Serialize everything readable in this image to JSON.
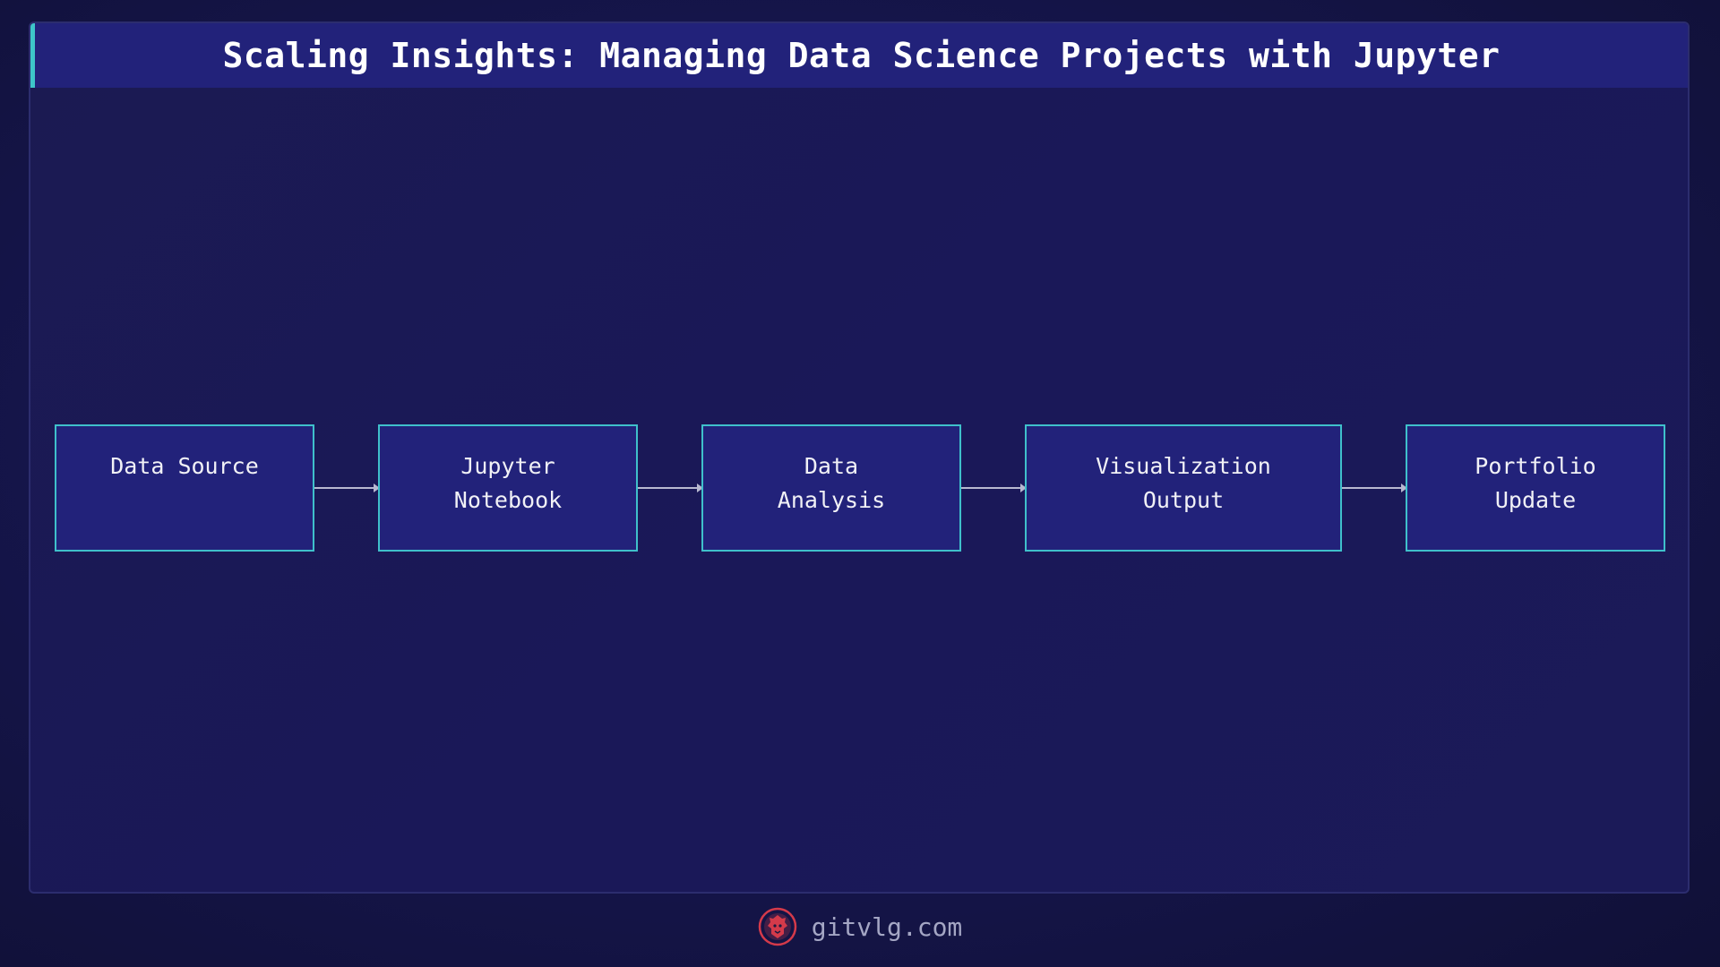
{
  "title": "Scaling Insights: Managing Data Science Projects with Jupyter",
  "nodes": [
    {
      "label": "Data Source"
    },
    {
      "label": "Jupyter\nNotebook"
    },
    {
      "label": "Data\nAnalysis"
    },
    {
      "label": "Visualization\nOutput"
    },
    {
      "label": "Portfolio\nUpdate"
    }
  ],
  "edges": [
    {
      "from": "Data Source",
      "to": "Jupyter Notebook"
    },
    {
      "from": "Jupyter Notebook",
      "to": "Data Analysis"
    },
    {
      "from": "Data Analysis",
      "to": "Visualization Output"
    },
    {
      "from": "Visualization Output",
      "to": "Portfolio Update"
    }
  ],
  "footer": {
    "logo_icon": "lion-logo-icon",
    "site": "gitvlg.com"
  },
  "colors": {
    "background": "#12123a",
    "panel": "#1b1a55",
    "node_fill": "#22227a",
    "node_border": "#3fc0cb",
    "accent": "#3ec5c9",
    "connector": "#b8b8d0",
    "logo": "#d43a4a"
  }
}
